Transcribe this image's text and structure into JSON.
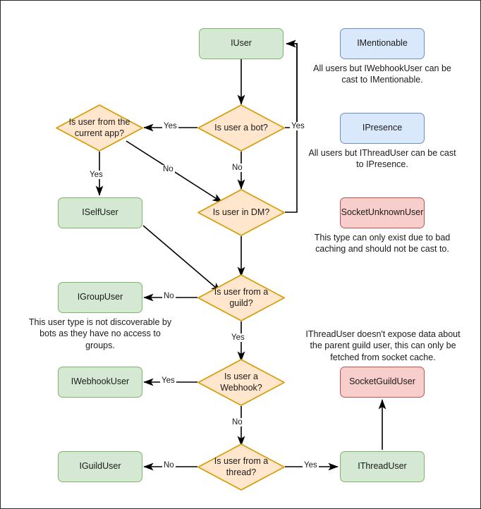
{
  "diagram": {
    "title": "Discord.Net user type resolution flowchart",
    "colors": {
      "green_fill": "#d5e8d4",
      "green_stroke": "#82b366",
      "blue_fill": "#dae8fc",
      "blue_stroke": "#6c8ebf",
      "red_fill": "#f8cecc",
      "red_stroke": "#b85450",
      "orange_fill": "#ffe6cc",
      "orange_stroke": "#d79b00",
      "edge_stroke": "#000000",
      "canvas_border": "#2b2b2b",
      "background": "#ffffff"
    },
    "nodes": {
      "iuser": "IUser",
      "imentionable": "IMentionable",
      "ipresence": "IPresence",
      "socketunknownuser": "SocketUnknownUser",
      "isuserbot": "Is user a bot?",
      "isuserfromcurrentapp": "Is user from the current app?",
      "iselfuser": "ISelfUser",
      "isuserindm": "Is user in DM?",
      "igroupuser": "IGroupUser",
      "isuserfromguild": "Is user from a guild?",
      "socketguilduser": "SocketGuildUser",
      "iwebhookuser": "IWebhookUser",
      "isuserwebhook": "Is user a Webhook?",
      "iguilduser": "IGuildUser",
      "isuserfromthread": "Is user from a thread?",
      "ithreaduser": "IThreadUser"
    },
    "notes": {
      "imentionable": "All users but IWebhookUser can be cast to IMentionable.",
      "ipresence": "All users but IThreadUser can be cast to IPresence.",
      "socketunknownuser": "This type can only exist due to bad caching and should not be cast to.",
      "igroupuser": "This user type is not discoverable by bots as they have no access to groups.",
      "socketguilduser": "IThreadUser doesn't expose data about the parent guild user, this can only be fetched from socket cache."
    },
    "edge_labels": {
      "bot_yes_to_currentapp": "Yes",
      "dm_yes_to_iuser": "Yes",
      "bot_no_to_dm": "No",
      "currentapp_yes_to_iselfuser": "Yes",
      "currentapp_no_to_dm": "No",
      "guild_no_to_igroupuser": "No",
      "guild_yes_to_webhook": "Yes",
      "webhook_yes_to_iwebhookuser": "Yes",
      "webhook_no_to_thread": "No",
      "thread_no_to_iguilduser": "No",
      "thread_yes_to_ithreaduser": "Yes"
    }
  }
}
